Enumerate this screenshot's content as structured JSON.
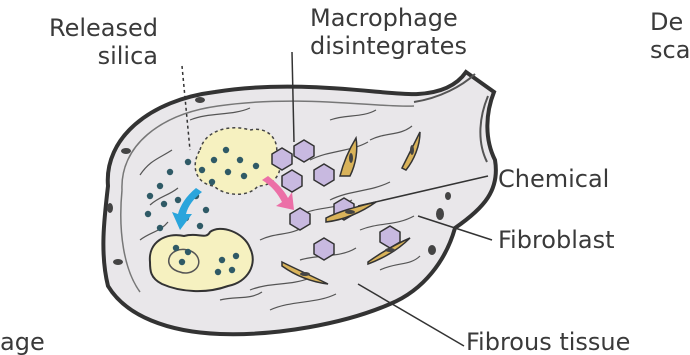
{
  "labels": {
    "released_silica_line1": "Released",
    "released_silica_line2": "silica",
    "macrophage_line1": "Macrophage",
    "macrophage_line2": "disintegrates",
    "chemical": "Chemical",
    "fibroblast": "Fibroblast",
    "fibrous_tissue": "Fibrous tissue",
    "cut_top_right_1": "De",
    "cut_top_right_2": "sca",
    "cut_bottom_left": "age"
  },
  "colors": {
    "alveolus_fill": "#e9e7ea",
    "outline": "#333333",
    "macrophage_fill": "#f6f1c0",
    "silica_dot": "#2f5a66",
    "chemical_fill": "#c8b9e0",
    "fibroblast_fill": "#d9b35a",
    "blue_arrow": "#2aa5dc",
    "pink_arrow": "#ec6fa7"
  }
}
